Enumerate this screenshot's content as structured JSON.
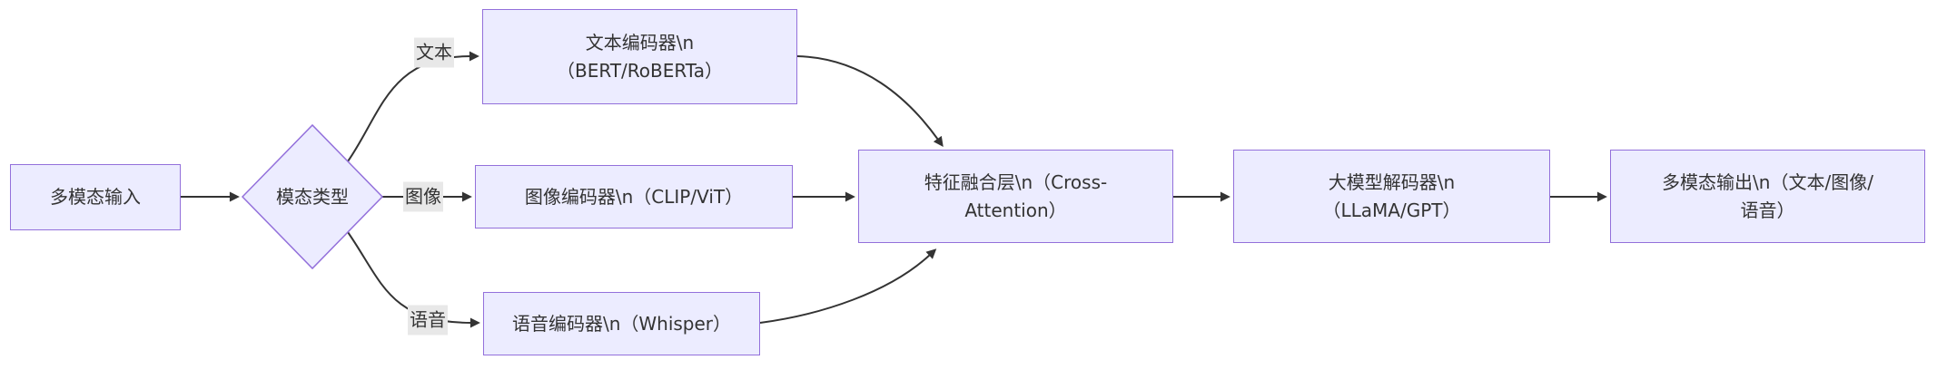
{
  "diagram": {
    "kind": "flowchart-left-to-right",
    "colors": {
      "node_fill": "#ECECFF",
      "node_border": "#9370DB",
      "edge_line": "#333333",
      "edge_label_bg": "#e8e8e8",
      "text": "#333333",
      "background": "#ffffff"
    },
    "nodes": {
      "input": {
        "shape": "rect",
        "label": "多模态输入",
        "lines": [
          "多模态输入"
        ]
      },
      "modality_type": {
        "shape": "diamond",
        "label": "模态类型",
        "lines": [
          "模态类型"
        ]
      },
      "text_encoder": {
        "shape": "rect",
        "label": "文本编码器\\n（BERT/RoBERTa）",
        "lines": [
          "文本编码器\\n",
          "（BERT/RoBERTa）"
        ]
      },
      "image_encoder": {
        "shape": "rect",
        "label": "图像编码器\\n（CLIP/ViT）",
        "lines": [
          "图像编码器\\n（CLIP/ViT）"
        ]
      },
      "speech_encoder": {
        "shape": "rect",
        "label": "语音编码器\\n（Whisper）",
        "lines": [
          "语音编码器\\n（Whisper）"
        ]
      },
      "fusion": {
        "shape": "rect",
        "label": "特征融合层\\n（Cross-Attention）",
        "lines": [
          "特征融合层\\n（Cross-",
          "Attention）"
        ]
      },
      "decoder": {
        "shape": "rect",
        "label": "大模型解码器\\n（LLaMA/GPT）",
        "lines": [
          "大模型解码器\\n",
          "（LLaMA/GPT）"
        ]
      },
      "output": {
        "shape": "rect",
        "label": "多模态输出\\n（文本/图像/语音）",
        "lines": [
          "多模态输出\\n（文本/图像/",
          "语音）"
        ]
      }
    },
    "edge_labels": {
      "text": "文本",
      "image": "图像",
      "speech": "语音"
    },
    "edges": [
      {
        "from": "input",
        "to": "modality_type",
        "label": ""
      },
      {
        "from": "modality_type",
        "to": "text_encoder",
        "label": "文本"
      },
      {
        "from": "modality_type",
        "to": "image_encoder",
        "label": "图像"
      },
      {
        "from": "modality_type",
        "to": "speech_encoder",
        "label": "语音"
      },
      {
        "from": "text_encoder",
        "to": "fusion",
        "label": ""
      },
      {
        "from": "image_encoder",
        "to": "fusion",
        "label": ""
      },
      {
        "from": "speech_encoder",
        "to": "fusion",
        "label": ""
      },
      {
        "from": "fusion",
        "to": "decoder",
        "label": ""
      },
      {
        "from": "decoder",
        "to": "output",
        "label": ""
      }
    ]
  }
}
